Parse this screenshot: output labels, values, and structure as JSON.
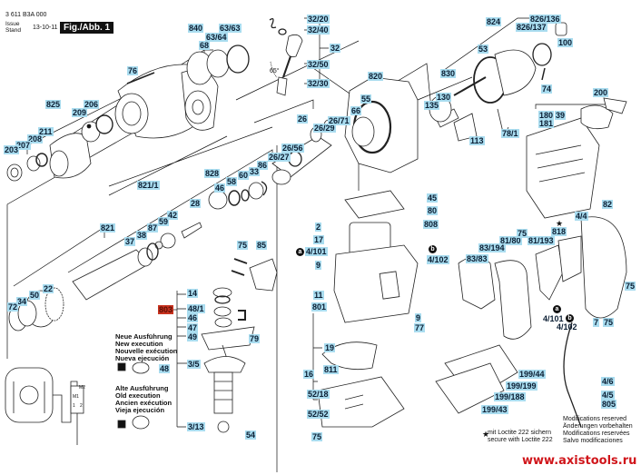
{
  "header": {
    "part_number": "3 611 B3A 000",
    "issue_label_1": "Issue",
    "issue_label_2": "Stand",
    "issue_date": "13-10-11",
    "figure_label": "Fig./Abb. 1"
  },
  "colors": {
    "label_bg": "#a9dcef",
    "highlight_label_bg": "#c8321e",
    "url_color": "#d0161b"
  },
  "labels": {
    "l840": "840",
    "l63_63": "63/63",
    "l63_64": "63/64",
    "l68": "68",
    "l76": "76",
    "l825": "825",
    "l206": "206",
    "l209": "209",
    "l211": "211",
    "l208": "208",
    "l207": "207",
    "l203": "203",
    "l32_20": "32/20",
    "l32_40": "32/40",
    "l32": "32",
    "l32_50": "32/50",
    "l32_30": "32/30",
    "angle": "65°",
    "l824": "824",
    "l826_136": "826/136",
    "l826_137": "826/137",
    "l100": "100",
    "l53": "53",
    "l74": "74",
    "l820": "820",
    "l55": "55",
    "l66": "66",
    "l830": "830",
    "l130": "130",
    "l135": "135",
    "l113": "113",
    "l78_1": "78/1",
    "l200": "200",
    "l180": "180",
    "l181": "181",
    "l39": "39",
    "l26": "26",
    "l26_29": "26/29",
    "l26_71": "26/71",
    "l26_56": "26/56",
    "l26_27": "26/27",
    "l828": "828",
    "l86": "86",
    "l33": "33",
    "l60": "60",
    "l58": "58",
    "l46a": "46",
    "l28": "28",
    "l821_1": "821/1",
    "l821": "821",
    "l87": "87",
    "l38": "38",
    "l37": "37",
    "l59": "59",
    "l42": "42",
    "l22": "22",
    "l50": "50",
    "l34": "34",
    "l72": "72",
    "l75a": "75",
    "l85": "85",
    "l803": "803",
    "l14": "14",
    "l48_1": "48/1",
    "l46b": "46",
    "l47": "47",
    "l49": "49",
    "l79": "79",
    "l3_5": "3/5",
    "l3_13": "3/13",
    "l54": "54",
    "l48": "48",
    "l45": "45",
    "l80": "80",
    "l2": "2",
    "l808": "808",
    "l17": "17",
    "l4_101a": "4/101",
    "l4_102a": "4/102",
    "l9a": "9",
    "l11": "11",
    "l801": "801",
    "l9b": "9",
    "l77": "77",
    "l19": "19",
    "l16": "16",
    "l811": "811",
    "l52_18": "52/18",
    "l52_52": "52/52",
    "l75b": "75",
    "l82": "82",
    "l4_4": "4/4",
    "l818": "818",
    "l81_80": "81/80",
    "l75c": "75",
    "l81_193": "81/193",
    "l83_194": "83/194",
    "l83_83": "83/83",
    "l75d": "75",
    "l4_101b": "4/101",
    "l4_102b": "4/102",
    "l7": "7",
    "l75e": "75",
    "l199_44": "199/44",
    "l199_199": "199/199",
    "l199_188": "199/188",
    "l199_43": "199/43",
    "l4_6": "4/6",
    "l4_5": "4/5",
    "l805": "805",
    "circ_a": "a",
    "circ_b": "b",
    "star": "★"
  },
  "notes": {
    "new_execution": [
      "Neue Ausführung",
      "New execution",
      "Nouvelle exécution",
      "Nueva ejecución"
    ],
    "old_execution": [
      "Alte Ausführung",
      "Old execution",
      "Ancien exécution",
      "Vieja ejecución"
    ],
    "loctite": [
      "mit Loctite 222 sichern",
      "secure with Loctite 222"
    ],
    "modifications": [
      "Modifications reserved",
      "Änderungen vorbehalten",
      "Modifications reservées",
      "Salvo modificaciones"
    ],
    "wiring": {
      "m1": "M1",
      "m2": "M2",
      "t1": "1",
      "t2": "2"
    }
  },
  "footer": {
    "url": "www.axistools.ru"
  }
}
